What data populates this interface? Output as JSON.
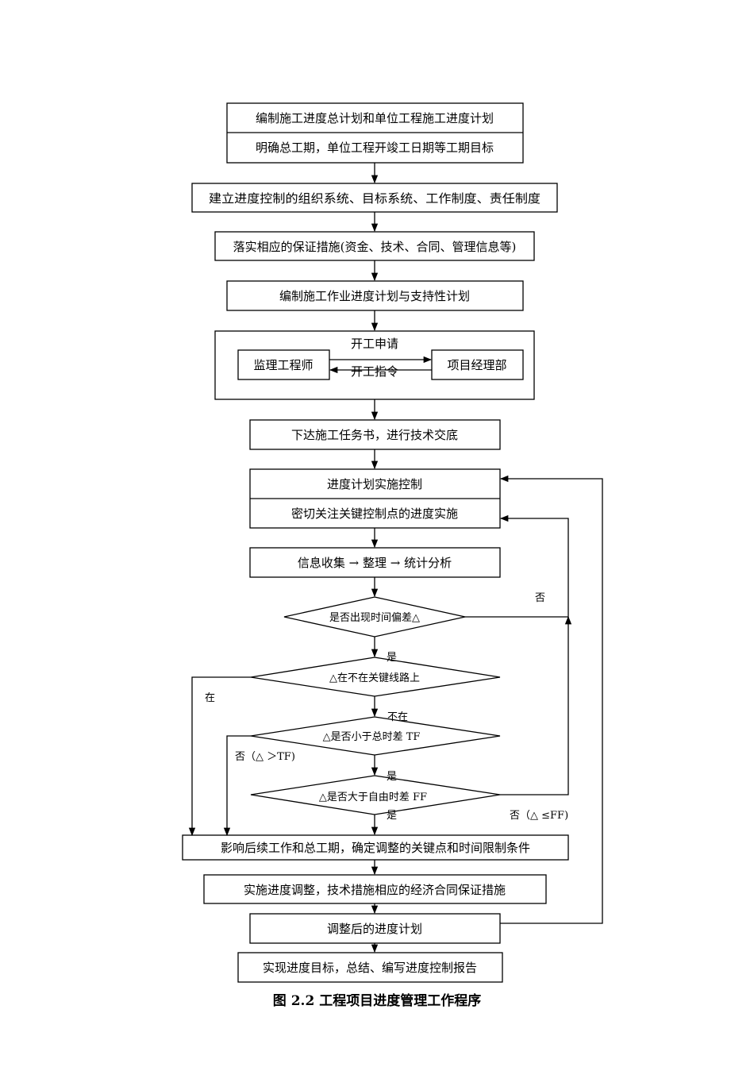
{
  "diagram": {
    "boxes": {
      "b1a": "编制施工进度总计划和单位工程施工进度计划",
      "b1b": "明确总工期，单位工程开竣工日期等工期目标",
      "b2": "建立进度控制的组织系统、目标系统、工作制度、责任制度",
      "b3": "落实相应的保证措施(资金、技术、合同、管理信息等)",
      "b4": "编制施工作业进度计划与支持性计划",
      "b5_apply": "开工申请",
      "b5_left": "监理工程师",
      "b5_right": "项目经理部",
      "b5_order": "开工指令",
      "b6": "下达施工任务书，进行技术交底",
      "b7a": "进度计划实施控制",
      "b7b": "密切关注关键控制点的进度实施",
      "b8": "信息收集 → 整理 →  统计分析",
      "b9": "影响后续工作和总工期，确定调整的关键点和时间限制条件",
      "b10": "实施进度调整，技术措施相应的经济合同保证措施",
      "b11": "调整后的进度计划",
      "b12": "实现进度目标，总结、编写进度控制报告"
    },
    "decisions": {
      "d1": "是否出现时间偏差△",
      "d2": "△在不在关键线路上",
      "d3": "△是否小于总时差 TF",
      "d4": "△是否大于自由时差 FF"
    },
    "edge_labels": {
      "no1": "否",
      "yes1": "是",
      "in": "在",
      "notin": "不在",
      "no_tf": "否（△ ＞TF)",
      "yes3": "是",
      "yes4": "是",
      "no_ff": "否（△ ≤FF)"
    },
    "caption": "图 2.2  工程项目进度管理工作程序"
  }
}
